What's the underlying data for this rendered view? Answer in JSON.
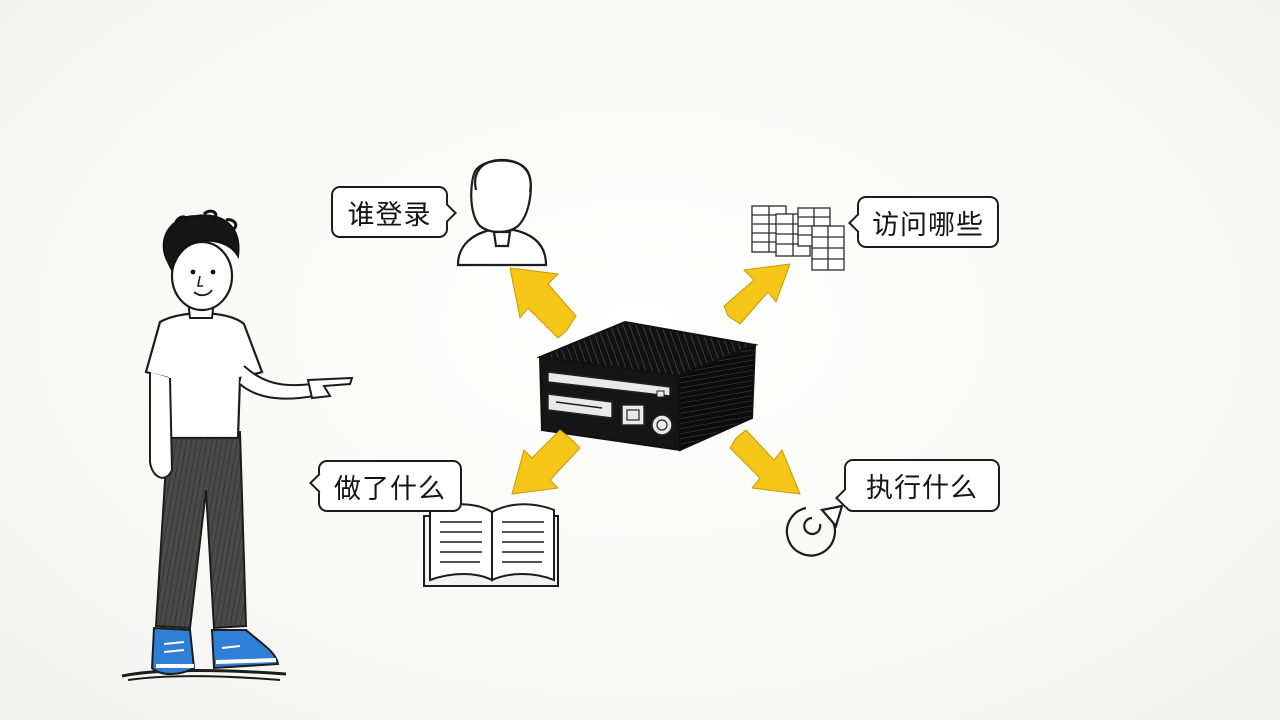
{
  "labels": {
    "who_logged_in": "谁登录",
    "what_accessed": "访问哪些",
    "what_done": "做了什么",
    "what_executed": "执行什么"
  },
  "icons": {
    "center": "server-box-icon",
    "top_left": "user-avatar-icon",
    "top_right": "data-table-icon",
    "bottom_left": "open-book-icon",
    "bottom_right": "pie-chart-icon",
    "presenter": "person-pointing-icon"
  },
  "colors": {
    "arrow": "#f5c518",
    "shoes": "#2f7fd6",
    "ink": "#1c1c1c"
  }
}
